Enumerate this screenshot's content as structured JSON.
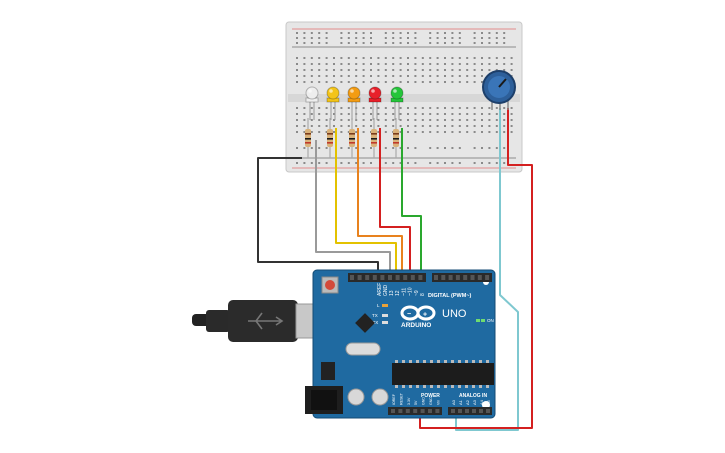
{
  "board": {
    "brand": "ARDUINO",
    "model": "UNO",
    "digital_label": "DIGITAL (PWM~)",
    "power_label": "POWER",
    "analog_label": "ANALOG IN",
    "tx_label": "TX",
    "rx_label": "RX",
    "on_label": "ON",
    "l_label": "L",
    "aref_label": "AREF",
    "gnd_label": "GND",
    "pin_labels": [
      "13",
      "12",
      "~11",
      "~10",
      "~9",
      "8"
    ],
    "power_pins": [
      "IOREF",
      "RESET",
      "3.3V",
      "5V",
      "GND",
      "GND",
      "Vin"
    ],
    "analog_pins": [
      "A0",
      "A1",
      "A2",
      "A3",
      "A4",
      "A5"
    ]
  },
  "leds": [
    {
      "color_name": "white",
      "color": "#eeeeee"
    },
    {
      "color_name": "yellow",
      "color": "#f3c418"
    },
    {
      "color_name": "orange",
      "color": "#f39c12"
    },
    {
      "color_name": "red",
      "color": "#e8202a"
    },
    {
      "color_name": "green",
      "color": "#25c53a"
    }
  ],
  "wires": {
    "black": "#333333",
    "gray": "#9a9a9a",
    "yellow": "#e3c200",
    "orange": "#e8821e",
    "red": "#d42020",
    "green": "#2aa82e",
    "cyan": "#7fc8d0"
  },
  "colors": {
    "board_blue": "#1f6aa1",
    "breadboard": "#e4e4e4",
    "rail_red": "#d33",
    "rail_blue": "#333"
  }
}
